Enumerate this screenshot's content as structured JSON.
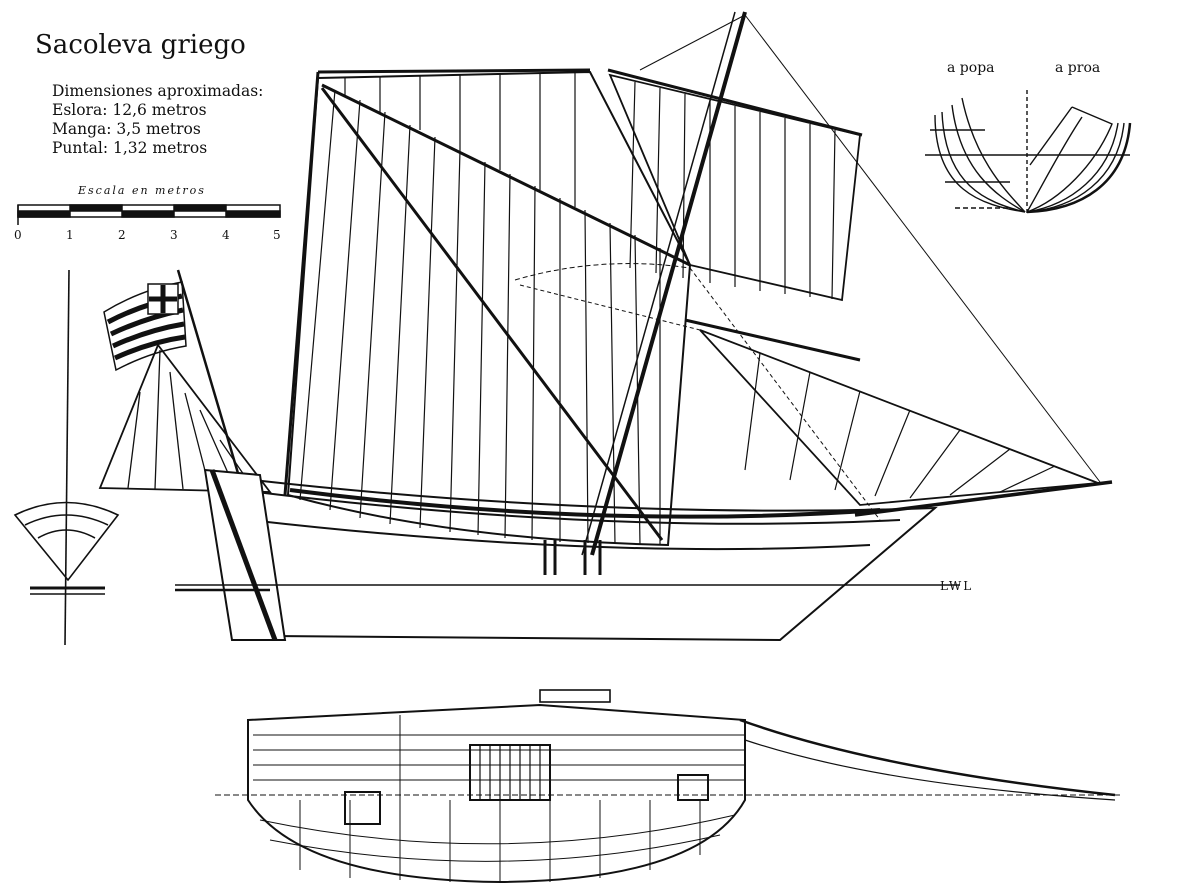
{
  "title": "Sacoleva griego",
  "dimensions": {
    "heading": "Dimensiones aproximadas:",
    "eslora": "Eslora: 12,6 metros",
    "manga": "Manga: 3,5 metros",
    "puntal": "Puntal: 1,32 metros"
  },
  "scale": {
    "label": "Escala en metros",
    "ticks": [
      "0",
      "1",
      "2",
      "3",
      "4",
      "5"
    ]
  },
  "body_plan": {
    "stern_label": "a popa",
    "bow_label": "a proa"
  },
  "waterline_label": "LWL",
  "colors": {
    "ink": "#111111",
    "paper": "#ffffff"
  }
}
